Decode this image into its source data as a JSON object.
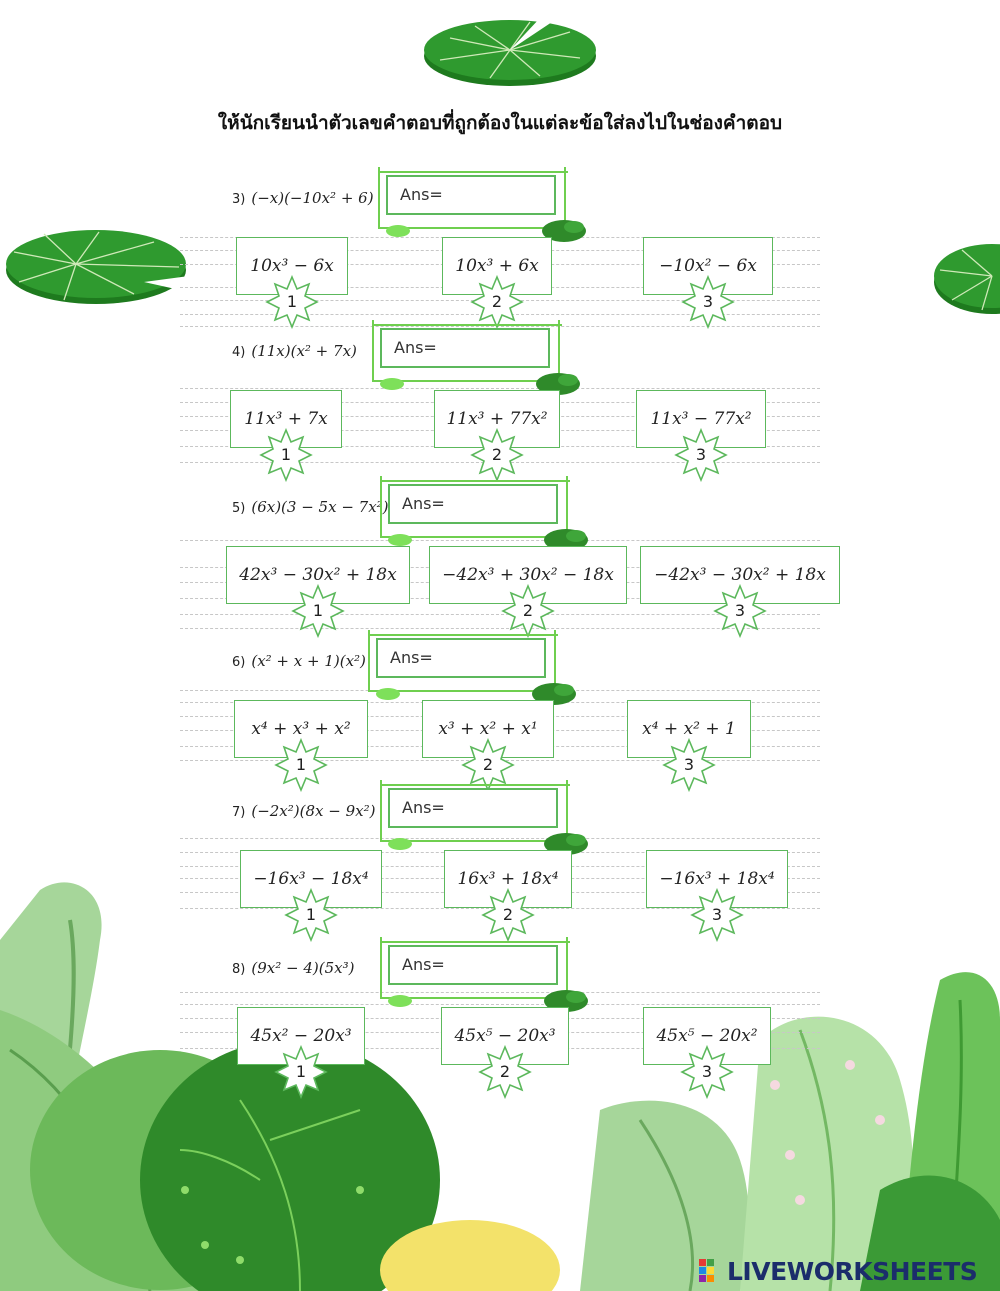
{
  "instruction": "ให้นักเรียนนำตัวเลขคำตอบที่ถูกต้องในแต่ละข้อใส่ลงไปในช่องคำตอบ",
  "questions": [
    {
      "number": "3)",
      "expression": "(−x)(−10x² + 6)",
      "answer_label": "Ans=",
      "answer_value": "",
      "choices": [
        {
          "text": "10x³ − 6x",
          "number": "1"
        },
        {
          "text": "10x³ + 6x",
          "number": "2"
        },
        {
          "text": "−10x² − 6x",
          "number": "3"
        }
      ]
    },
    {
      "number": "4)",
      "expression": "(11x)(x² + 7x)",
      "answer_label": "Ans=",
      "answer_value": "",
      "choices": [
        {
          "text": "11x³ + 7x",
          "number": "1"
        },
        {
          "text": "11x³ + 77x²",
          "number": "2"
        },
        {
          "text": "11x³ − 77x²",
          "number": "3"
        }
      ]
    },
    {
      "number": "5)",
      "expression": "(6x)(3 − 5x − 7x²)",
      "answer_label": "Ans=",
      "answer_value": "",
      "choices": [
        {
          "text": "42x³ − 30x² + 18x",
          "number": "1"
        },
        {
          "text": "−42x³ + 30x² − 18x",
          "number": "2"
        },
        {
          "text": "−42x³ − 30x² + 18x",
          "number": "3"
        }
      ]
    },
    {
      "number": "6)",
      "expression": "(x² + x + 1)(x²)",
      "answer_label": "Ans=",
      "answer_value": "",
      "choices": [
        {
          "text": "x⁴ + x³ + x²",
          "number": "1"
        },
        {
          "text": "x³ + x² + x¹",
          "number": "2"
        },
        {
          "text": "x⁴ + x² + 1",
          "number": "3"
        }
      ]
    },
    {
      "number": "7)",
      "expression": "(−2x²)(8x − 9x²)",
      "answer_label": "Ans=",
      "answer_value": "",
      "choices": [
        {
          "text": "−16x³ − 18x⁴",
          "number": "1"
        },
        {
          "text": "16x³ + 18x⁴",
          "number": "2"
        },
        {
          "text": "−16x³ + 18x⁴",
          "number": "3"
        }
      ]
    },
    {
      "number": "8)",
      "expression": "(9x² − 4)(5x³)",
      "answer_label": "Ans=",
      "answer_value": "",
      "choices": [
        {
          "text": "45x² − 20x³",
          "number": "1"
        },
        {
          "text": "45x⁵ − 20x³",
          "number": "2"
        },
        {
          "text": "45x⁵ − 20x²",
          "number": "3"
        }
      ]
    }
  ],
  "watermark": "LIVEWORKSHEETS",
  "colors": {
    "frame_green": "#5cb85c",
    "lilypad_green": "#2e8b2e",
    "accent_green": "#6fcf4f"
  }
}
